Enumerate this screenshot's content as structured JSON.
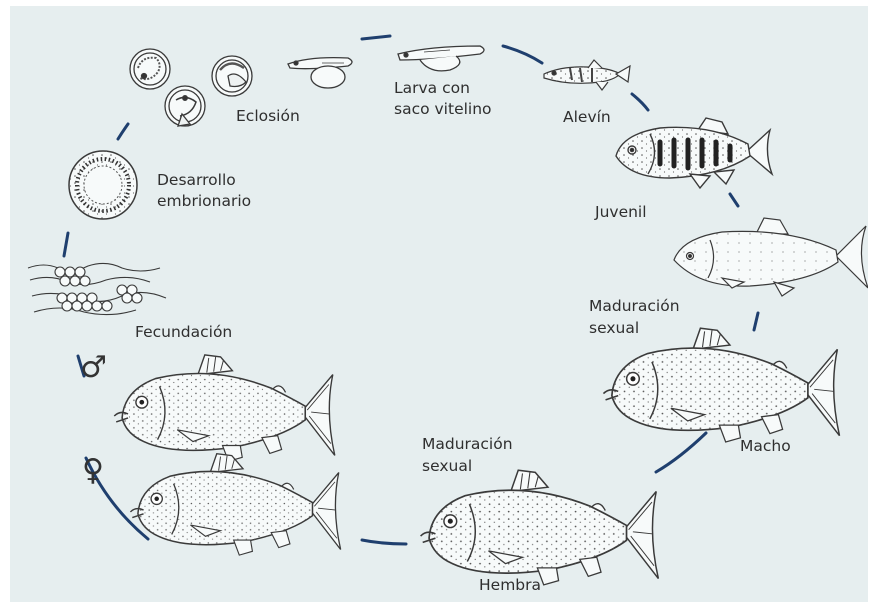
{
  "colors": {
    "background": "#e6eeef",
    "cycle_line": "#1f3f6e",
    "drawing_line": "#3a3a3a",
    "fish_fill": "#f7fafa",
    "text": "#2f2f2f"
  },
  "stages": {
    "eclosion": "Eclosión",
    "larva_line1": "Larva con",
    "larva_line2": "saco vitelino",
    "alevin": "Alevín",
    "juvenil": "Juvenil",
    "maduracion_right_line1": "Maduración",
    "maduracion_right_line2": "sexual",
    "macho": "Macho",
    "maduracion_bottom_line1": "Maduración",
    "maduracion_bottom_line2": "sexual",
    "hembra": "Hembra",
    "fecundacion": "Fecundación",
    "desarrollo_line1": "Desarrollo",
    "desarrollo_line2": "embrionario"
  },
  "symbols": {
    "male": "♂",
    "female": "♀"
  },
  "icons": [
    "egg-icon",
    "hatching-egg-icon",
    "yolk-sac-larva-icon",
    "alevin-fish-icon",
    "juvenile-trout-icon",
    "adult-trout-icon",
    "spawn-eggs-icon",
    "embryo-egg-icon"
  ]
}
